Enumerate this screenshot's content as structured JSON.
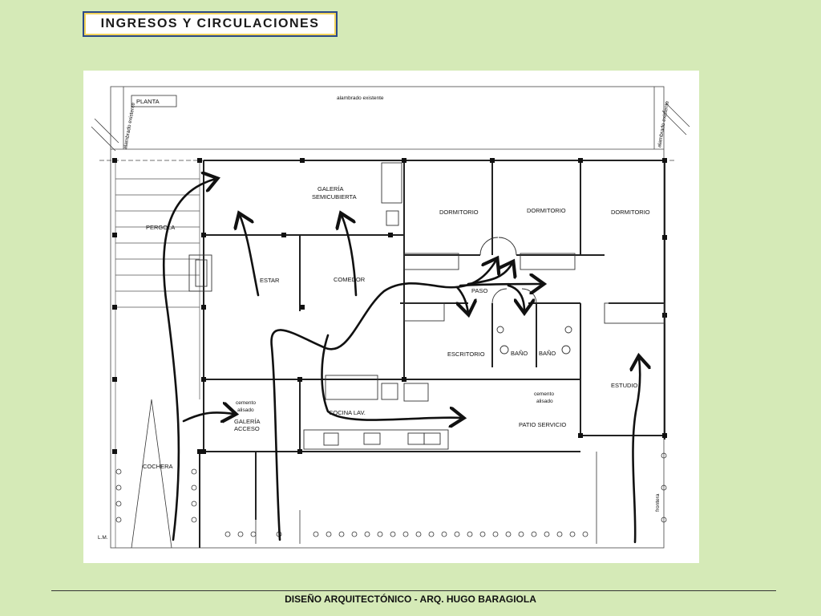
{
  "title": "INGRESOS Y CIRCULACIONES",
  "footer": "DISEÑO ARQUITECTÓNICO  -  ARQ. HUGO BARAGIOLA",
  "plan": {
    "planta_tag": "PLANTA",
    "alambrado_top": "alambrado existente",
    "alambrado_left": "alambrado existente",
    "alambrado_right": "alambrado existente",
    "rooms": {
      "galeria1": "GALERÍA",
      "galeria2": "SEMICUBIERTA",
      "pergola": "PERGOLA",
      "estar": "ESTAR",
      "comedor": "COMEDOR",
      "dorm1": "DORMITORIO",
      "dorm2": "DORMITORIO",
      "dorm3": "DORMITORIO",
      "paso": "PASO",
      "escritorio": "ESCRITORIO",
      "bano1": "BAÑO",
      "bano2": "BAÑO",
      "estudio": "ESTUDIO",
      "cemento1a": "cemento",
      "cemento1b": "alisado",
      "galeria_acceso1": "GALERÍA",
      "galeria_acceso2": "ACCESO",
      "cocina": "COCINA LAV.",
      "cemento2a": "cemento",
      "cemento2b": "alisado",
      "patio": "PATIO SERVICIO",
      "cochera": "COCHERA",
      "lm": "L.M.",
      "frontera": "frontera"
    }
  },
  "colors": {
    "background": "#d5eab7",
    "title_border": "#2b4a8a",
    "title_accent": "#f2d35a",
    "ink": "#111111"
  }
}
